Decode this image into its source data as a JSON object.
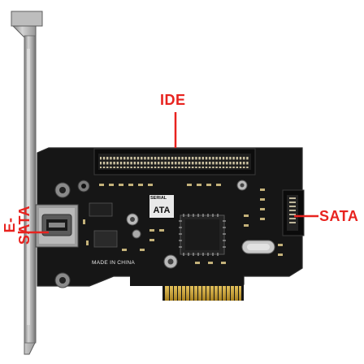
{
  "callouts": {
    "ide": "IDE",
    "sata": "SATA",
    "esata": "E-SATA"
  },
  "board": {
    "made_in": "MADE IN CHINA",
    "serial_mark": "SERIAL"
  },
  "colors": {
    "callout": "#e8231f",
    "pcb": "#161616",
    "bracket": "#a9a9a9",
    "gold_contacts": "#c9a037"
  }
}
